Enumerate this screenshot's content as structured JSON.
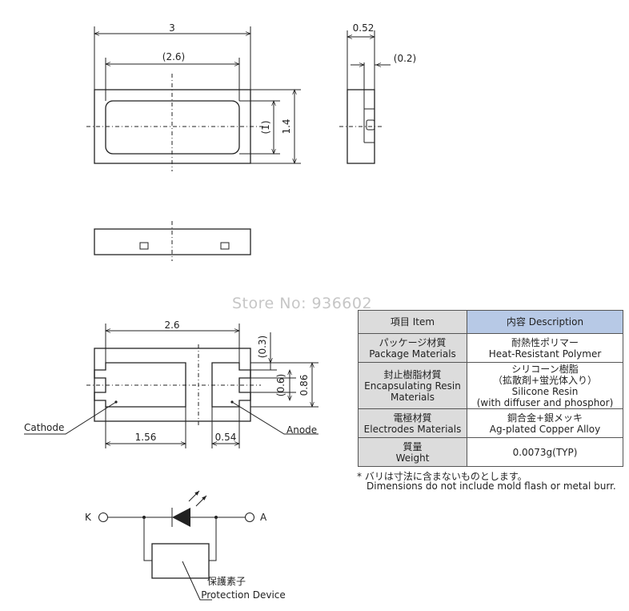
{
  "watermark": "Store No: 936602",
  "dimensions": {
    "top_width": "3",
    "top_inner_width": "(2.6)",
    "top_inner_height": "(1)",
    "top_height": "1.4",
    "side_width": "0.52",
    "side_lip": "(0.2)",
    "bottom_width": "2.6",
    "bottom_pad_top": "(0.3)",
    "bottom_pad_height": "(0.6)",
    "bottom_height": "0.86",
    "cathode_pad": "1.56",
    "anode_pad": "0.54"
  },
  "labels": {
    "cathode": "Cathode",
    "anode": "Anode",
    "terminal_k": "K",
    "terminal_a": "A",
    "protection_jp": "保護素子",
    "protection_en": "Protection Device"
  },
  "table": {
    "header_item": "項目 Item",
    "header_desc": "内容 Description",
    "rows": [
      {
        "item_jp": "パッケージ材質",
        "item_en": "Package Materials",
        "desc_jp": "耐熱性ポリマー",
        "desc_en": "Heat-Resistant Polymer"
      },
      {
        "item_jp": "封止樹脂材質",
        "item_en": "Encapsulating Resin",
        "item_en2": "Materials",
        "desc_jp": "シリコーン樹脂",
        "desc_jp2": "（拡散剤+蛍光体入り）",
        "desc_en": "Silicone Resin",
        "desc_en2": "(with diffuser and phosphor)"
      },
      {
        "item_jp": "電極材質",
        "item_en": "Electrodes Materials",
        "desc_jp": "銅合金+銀メッキ",
        "desc_en": "Ag-plated Copper Alloy"
      },
      {
        "item_jp": "質量",
        "item_en": "Weight",
        "desc": "0.0073g(TYP)"
      }
    ]
  },
  "notes": {
    "line1": "* バリは寸法に含まないものとします。",
    "line2": "Dimensions do not include mold flash or metal burr."
  }
}
